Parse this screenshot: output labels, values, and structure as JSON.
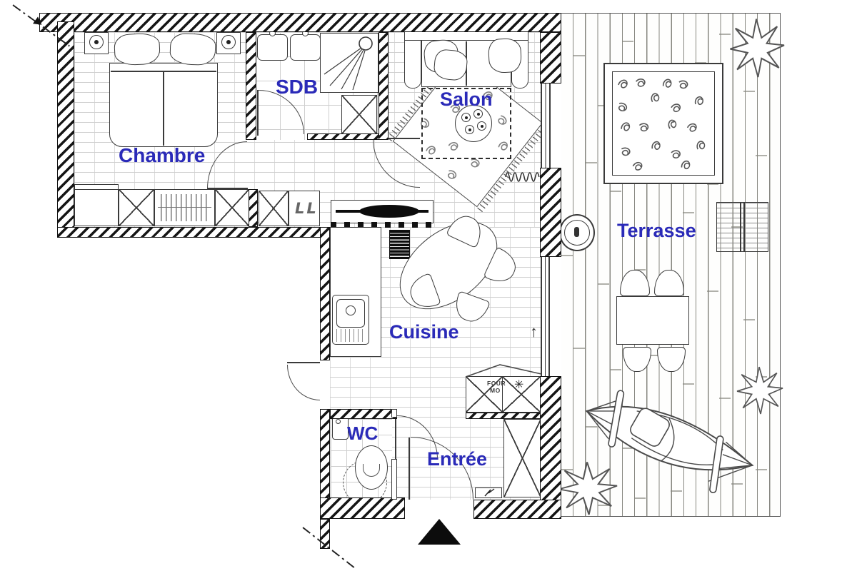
{
  "rooms": {
    "chambre": "Chambre",
    "sdb": "SDB",
    "salon": "Salon",
    "cuisine": "Cuisine",
    "wc": "WC",
    "entree": "Entrée",
    "terrasse": "Terrasse"
  },
  "appliances": {
    "washing_machine": "LL",
    "oven": "FOUR",
    "microwave": "MO",
    "hotplate_star": "✳"
  },
  "symbols": {
    "direction_arrow": "↑"
  },
  "colors": {
    "label_blue": "#2a2ab8",
    "ink": "#3a3a3a",
    "wall_black": "#121212"
  }
}
